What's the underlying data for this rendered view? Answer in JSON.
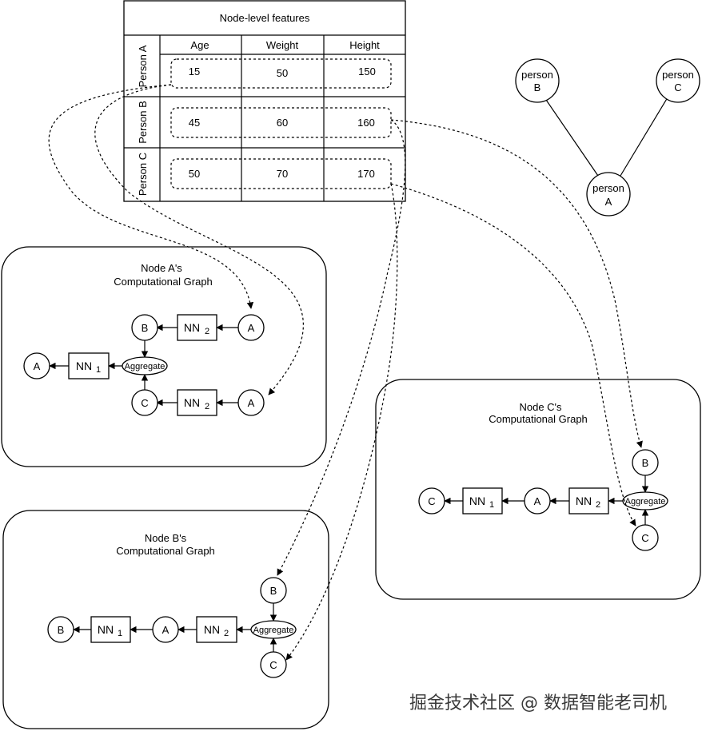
{
  "table": {
    "title": "Node-level features",
    "columns": [
      "Age",
      "Weight",
      "Height"
    ],
    "rows": [
      {
        "label": "Person A",
        "values": [
          "15",
          "50",
          "150"
        ]
      },
      {
        "label": "Person B",
        "values": [
          "45",
          "60",
          "160"
        ]
      },
      {
        "label": "Person C",
        "values": [
          "50",
          "70",
          "170"
        ]
      }
    ]
  },
  "social_graph": {
    "nodes": [
      {
        "id": "B",
        "line1": "person",
        "line2": "B"
      },
      {
        "id": "C",
        "line1": "person",
        "line2": "C"
      },
      {
        "id": "A",
        "line1": "person",
        "line2": "A"
      }
    ]
  },
  "graph_a": {
    "title_line1": "Node A's",
    "title_line2": "Computational Graph",
    "out_node": "A",
    "nn1": "NN",
    "nn1_sub": "1",
    "aggregate": "Aggregate",
    "top_neighbor": "B",
    "bottom_neighbor": "C",
    "nn2_top": "NN",
    "nn2_top_sub": "2",
    "nn2_bottom": "NN",
    "nn2_bottom_sub": "2",
    "input_top": "A",
    "input_bottom": "A"
  },
  "graph_b": {
    "title_line1": "Node B's",
    "title_line2": "Computational Graph",
    "out_node": "B",
    "nn1": "NN",
    "nn1_sub": "1",
    "mid_node": "A",
    "nn2": "NN",
    "nn2_sub": "2",
    "aggregate": "Aggregate",
    "top_neighbor": "B",
    "bottom_neighbor": "C"
  },
  "graph_c": {
    "title_line1": "Node C's",
    "title_line2": "Computational Graph",
    "out_node": "C",
    "nn1": "NN",
    "nn1_sub": "1",
    "mid_node": "A",
    "nn2": "NN",
    "nn2_sub": "2",
    "aggregate": "Aggregate",
    "top_neighbor": "B",
    "bottom_neighbor": "C"
  },
  "watermark": "掘金技术社区 @ 数据智能老司机"
}
